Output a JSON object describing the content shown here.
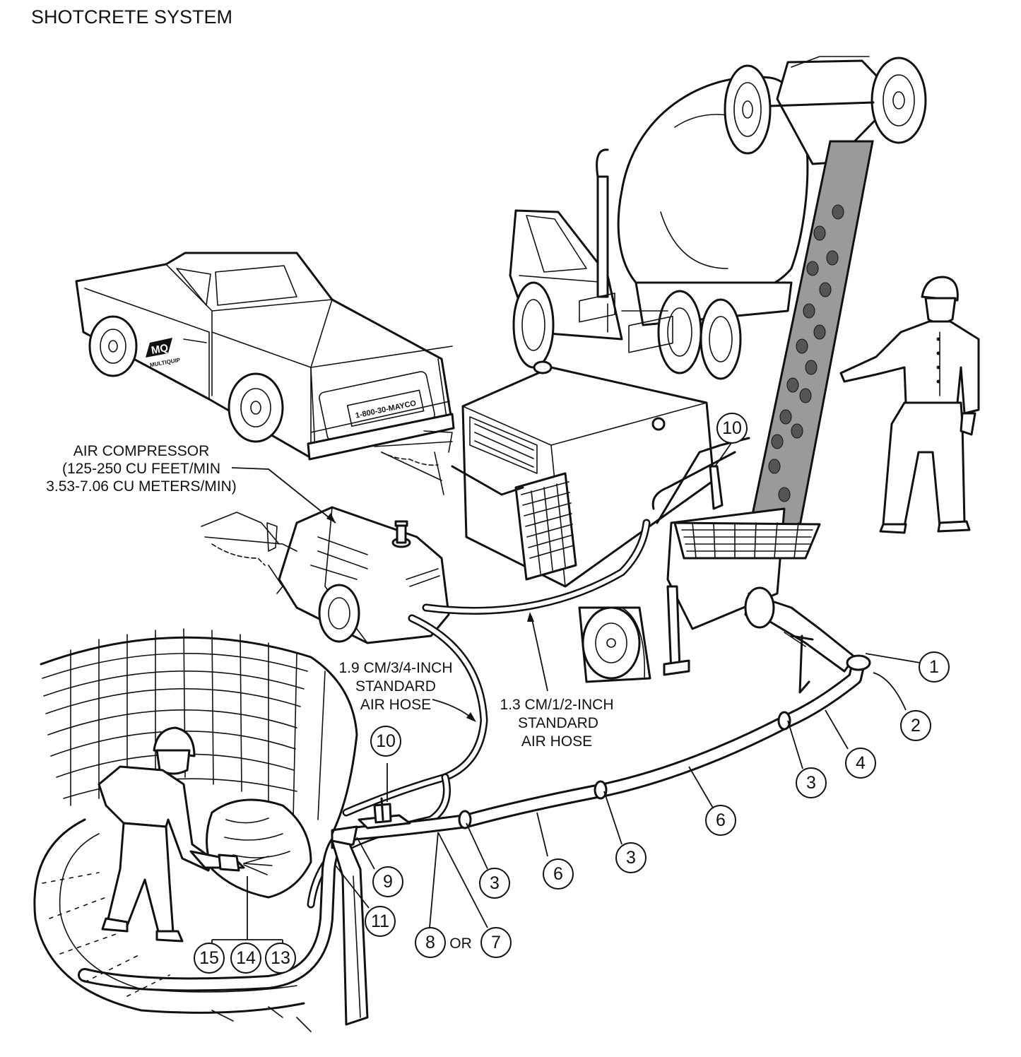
{
  "title": "SHOTCRETE SYSTEM",
  "labels": {
    "compressor": [
      "AIR COMPRESSOR",
      "(125-250 CU FEET/MIN",
      "3.53-7.06 CU METERS/MIN)"
    ],
    "hose34": [
      "1.9 CM/3/4-INCH",
      "STANDARD",
      "AIR HOSE"
    ],
    "hose12": [
      "1.3 CM/1/2-INCH",
      "STANDARD",
      "AIR HOSE"
    ],
    "or": "OR",
    "truck_phone": "1-800-30-MAYCO",
    "truck_brand": "MQ",
    "truck_brand_sub": "MULTIQUIP"
  },
  "callouts": [
    "1",
    "2",
    "3",
    "4",
    "3",
    "6",
    "3",
    "6",
    "3",
    "10",
    "10",
    "9",
    "11",
    "8",
    "7",
    "15",
    "14",
    "13"
  ]
}
